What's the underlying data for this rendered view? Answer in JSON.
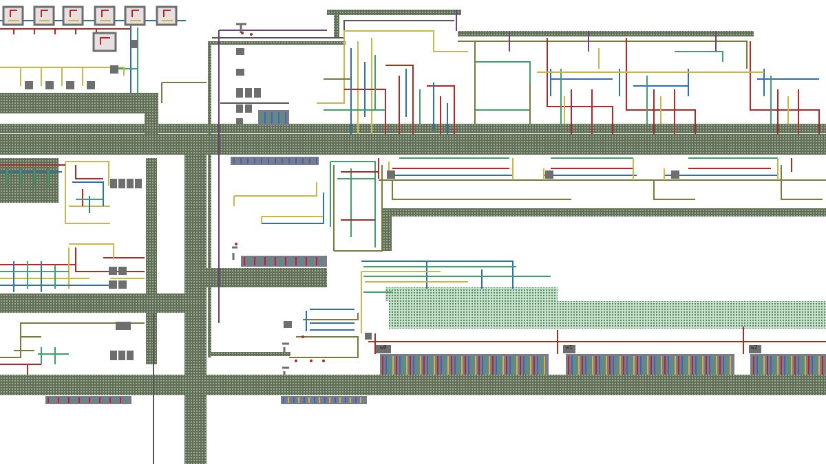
{
  "colors": {
    "background": "#ffffff",
    "bus": "#5f6e55",
    "bus_dot": "#9fb09a",
    "wire_red": "#b02828",
    "wire_blue": "#2f6fb0",
    "wire_green": "#3aa36a",
    "wire_yellow": "#c8b84a",
    "wire_olive": "#7a7a3a",
    "wire_purple": "#6a3f7a",
    "wire_gray": "#555555",
    "block": "#6e6e6e",
    "bank_fill": "#7b7b8f"
  },
  "icons": [
    "lever-icon",
    "piston-icon",
    "repeater-icon",
    "redstone-torch-icon",
    "display-block-icon"
  ],
  "labels": {
    "register_0": "w0",
    "register_1": "w1",
    "register_2": "w2"
  }
}
